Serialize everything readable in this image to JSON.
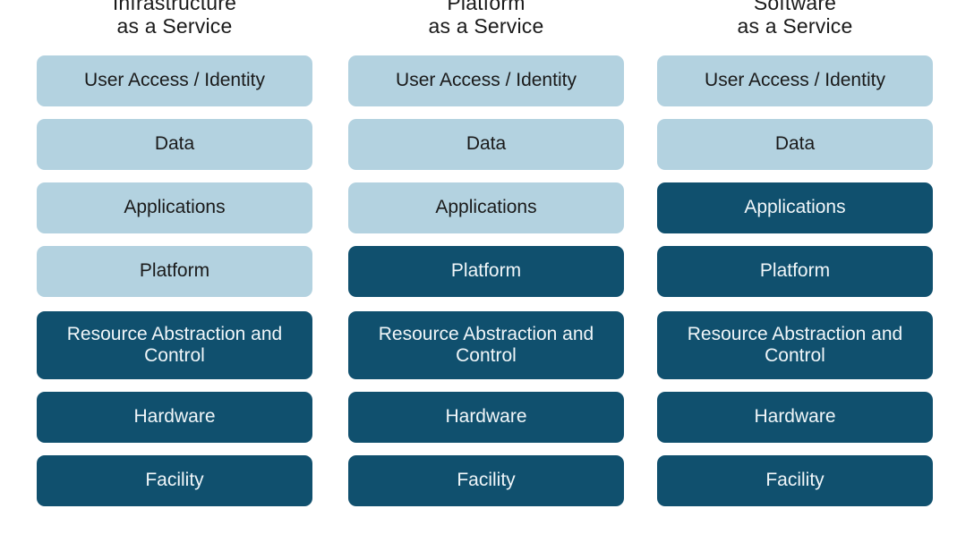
{
  "colors": {
    "background": "#FFFFFF",
    "light_layer_bg": "#B3D2E0",
    "light_layer_text": "#1A1A1A",
    "dark_layer_bg": "#10506E",
    "dark_layer_text": "#F0F6F9",
    "title_text": "#1A1A1A"
  },
  "columns": [
    {
      "title_line1": "Infrastructure",
      "title_line2": "as a Service",
      "layers": [
        {
          "label": "User Access / Identity",
          "variant": "light"
        },
        {
          "label": "Data",
          "variant": "light"
        },
        {
          "label": "Applications",
          "variant": "light"
        },
        {
          "label": "Platform",
          "variant": "light"
        },
        {
          "label": "Resource Abstraction and Control",
          "variant": "dark"
        },
        {
          "label": "Hardware",
          "variant": "dark"
        },
        {
          "label": "Facility",
          "variant": "dark"
        }
      ]
    },
    {
      "title_line1": "Platform",
      "title_line2": "as a Service",
      "layers": [
        {
          "label": "User Access / Identity",
          "variant": "light"
        },
        {
          "label": "Data",
          "variant": "light"
        },
        {
          "label": "Applications",
          "variant": "light"
        },
        {
          "label": "Platform",
          "variant": "dark"
        },
        {
          "label": "Resource Abstraction and Control",
          "variant": "dark"
        },
        {
          "label": "Hardware",
          "variant": "dark"
        },
        {
          "label": "Facility",
          "variant": "dark"
        }
      ]
    },
    {
      "title_line1": "Software",
      "title_line2": "as a Service",
      "layers": [
        {
          "label": "User Access / Identity",
          "variant": "light"
        },
        {
          "label": "Data",
          "variant": "light"
        },
        {
          "label": "Applications",
          "variant": "dark"
        },
        {
          "label": "Platform",
          "variant": "dark"
        },
        {
          "label": "Resource Abstraction and Control",
          "variant": "dark"
        },
        {
          "label": "Hardware",
          "variant": "dark"
        },
        {
          "label": "Facility",
          "variant": "dark"
        }
      ]
    }
  ]
}
